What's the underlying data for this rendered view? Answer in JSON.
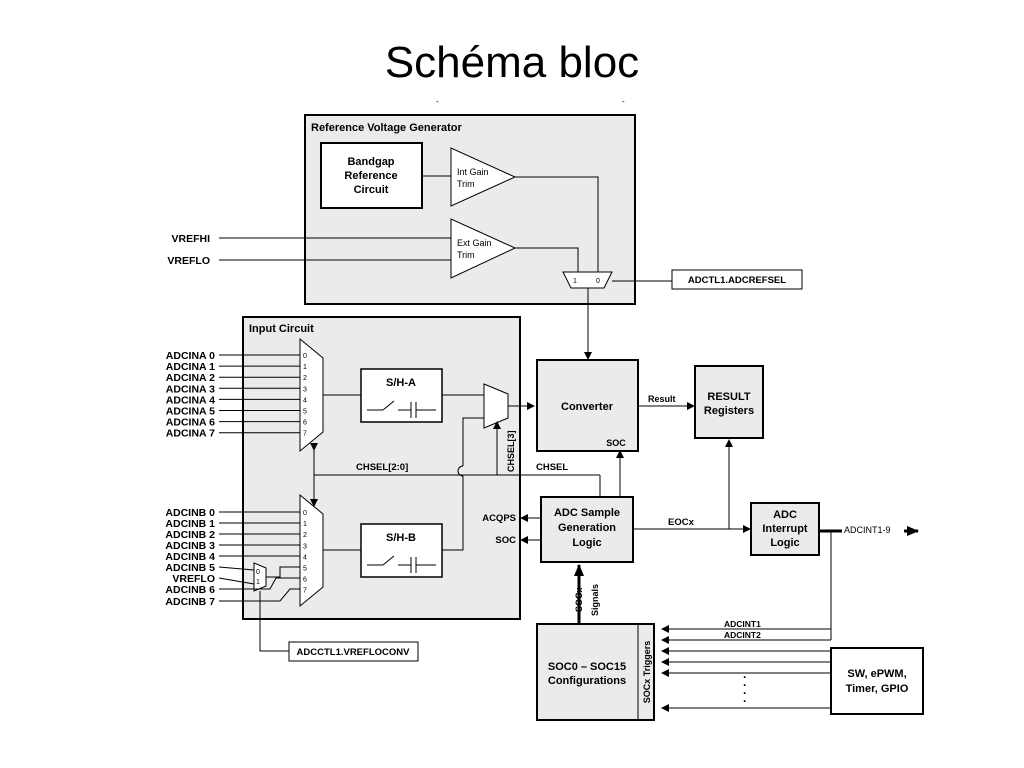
{
  "title": "Schéma bloc",
  "ref_gen": {
    "title": "Reference Voltage Generator",
    "bandgap": [
      "Bandgap",
      "Reference",
      "Circuit"
    ],
    "int_gain": [
      "Int Gain",
      "Trim"
    ],
    "ext_gain": [
      "Ext Gain",
      "Trim"
    ],
    "mux_in1": "1",
    "mux_in0": "0",
    "adcrefsel": "ADCTL1.ADCREFSEL"
  },
  "vrefhi": "VREFHI",
  "vreflo": "VREFLO",
  "input_circuit": {
    "title": "Input Circuit",
    "sha": "S/H-A",
    "shb": "S/H-B",
    "chsel_20": "CHSEL[2:0]",
    "chsel_3": "CHSEL[3]"
  },
  "adcina": [
    "ADCINA 0",
    "ADCINA 1",
    "ADCINA 2",
    "ADCINA 3",
    "ADCINA 4",
    "ADCINA 5",
    "ADCINA 6",
    "ADCINA 7"
  ],
  "adcinb": [
    "ADCINB 0",
    "ADCINB 1",
    "ADCINB 2",
    "ADCINB 3",
    "ADCINB 4",
    "ADCINB 5",
    "VREFLO",
    "ADCINB 6",
    "ADCINB 7"
  ],
  "mux_pins": [
    "0",
    "1",
    "2",
    "3",
    "4",
    "5",
    "6",
    "7"
  ],
  "small_mux_pins": [
    "0",
    "1"
  ],
  "vrefloconv": "ADCCTL1.VREFLOCONV",
  "converter": "Converter",
  "converter_soc": "SOC",
  "result_label": "Result",
  "result_regs": [
    "RESULT",
    "Registers"
  ],
  "chsel": "CHSEL",
  "acqps": "ACQPS",
  "soc": "SOC",
  "sample_gen": [
    "ADC Sample",
    "Generation",
    "Logic"
  ],
  "eocx": "EOCx",
  "int_logic": [
    "ADC",
    "Interrupt",
    "Logic"
  ],
  "adcint19": "ADCINT1-9",
  "soc_signals": [
    "SOCx",
    "Signals"
  ],
  "soc_config": [
    "SOC0 – SOC15",
    "Configurations"
  ],
  "soc_triggers": "SOCx Triggers",
  "adcint1": "ADCINT1",
  "adcint2": "ADCINT2",
  "sources": [
    "SW, ePWM,",
    "Timer, GPIO"
  ],
  "dots": [
    "·",
    "·",
    "·",
    "·"
  ]
}
